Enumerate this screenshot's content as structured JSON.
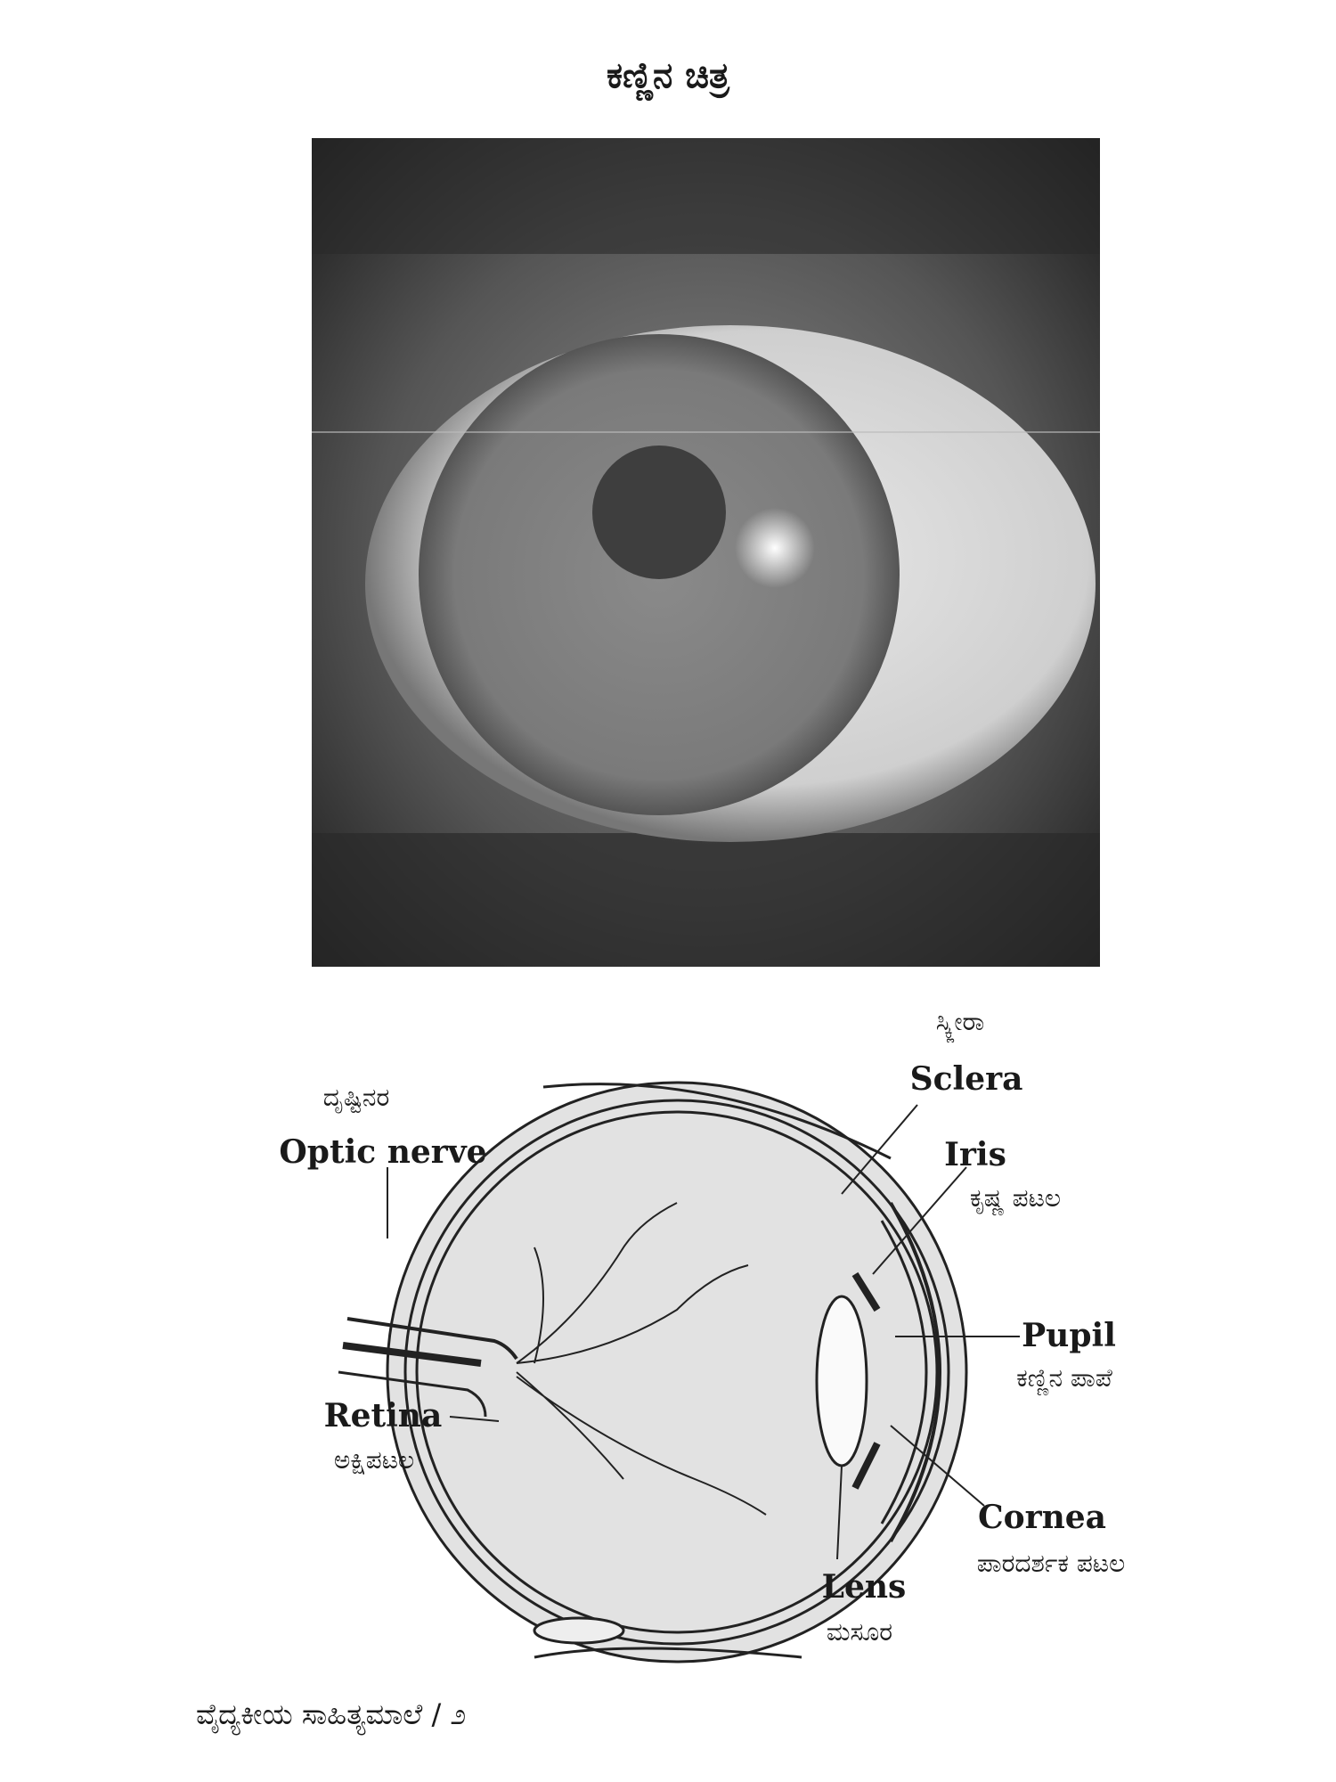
{
  "page": {
    "title": "ಕಣ್ಣಿನ ಚಿತ್ರ",
    "footer": "ವೈದ್ಯಕೀಯ ಸಾಹಿತ್ಯಮಾಲೆ / ೨"
  },
  "diagram": {
    "labels": {
      "sclera": {
        "en": "Sclera",
        "kn": "ಸ್ಕ್ಲೀರಾ"
      },
      "optic_nerve": {
        "en": "Optic nerve",
        "kn": "ದೃಷ್ಟಿನರ"
      },
      "iris": {
        "en": "Iris",
        "kn": "ಕೃಷ್ಣ ಪಟಲ"
      },
      "pupil": {
        "en": "Pupil",
        "kn": "ಕಣ್ಣಿನ ಪಾಪೆ"
      },
      "retina": {
        "en": "Retina",
        "kn": "ಅಕ್ಷಿಪಟಲ"
      },
      "cornea": {
        "en": "Cornea",
        "kn": "ಪಾರದರ್ಶಕ ಪಟಲ"
      },
      "lens": {
        "en": "Lens",
        "kn": "ಮಸೂರ"
      }
    }
  }
}
